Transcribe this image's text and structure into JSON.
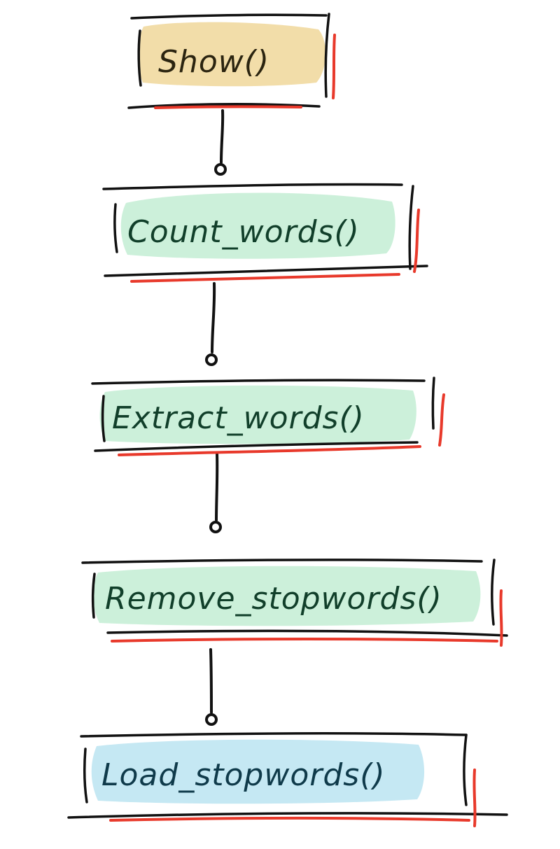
{
  "diagram": {
    "colors": {
      "ink": "#111111",
      "shadow_red": "#e8392b",
      "highlight_yellow": "#f1d9a0",
      "highlight_green": "#c6eed6",
      "highlight_blue": "#bfe6f2",
      "text_yellow": "#2b2410",
      "text_green": "#113f2a",
      "text_blue": "#0f3a4a"
    },
    "nodes": [
      {
        "id": "show",
        "label": "Show()",
        "highlight": "yellow"
      },
      {
        "id": "count_words",
        "label": "Count_words()",
        "highlight": "green"
      },
      {
        "id": "extract_words",
        "label": "Extract_words()",
        "highlight": "green"
      },
      {
        "id": "remove_stopwords",
        "label": "Remove_stopwords()",
        "highlight": "green"
      },
      {
        "id": "load_stopwords",
        "label": "Load_stopwords()",
        "highlight": "blue"
      }
    ],
    "edges": [
      {
        "from": "show",
        "to": "count_words",
        "end": "circle"
      },
      {
        "from": "count_words",
        "to": "extract_words",
        "end": "circle"
      },
      {
        "from": "extract_words",
        "to": "remove_stopwords",
        "end": "circle"
      },
      {
        "from": "remove_stopwords",
        "to": "load_stopwords",
        "end": "circle"
      }
    ]
  }
}
